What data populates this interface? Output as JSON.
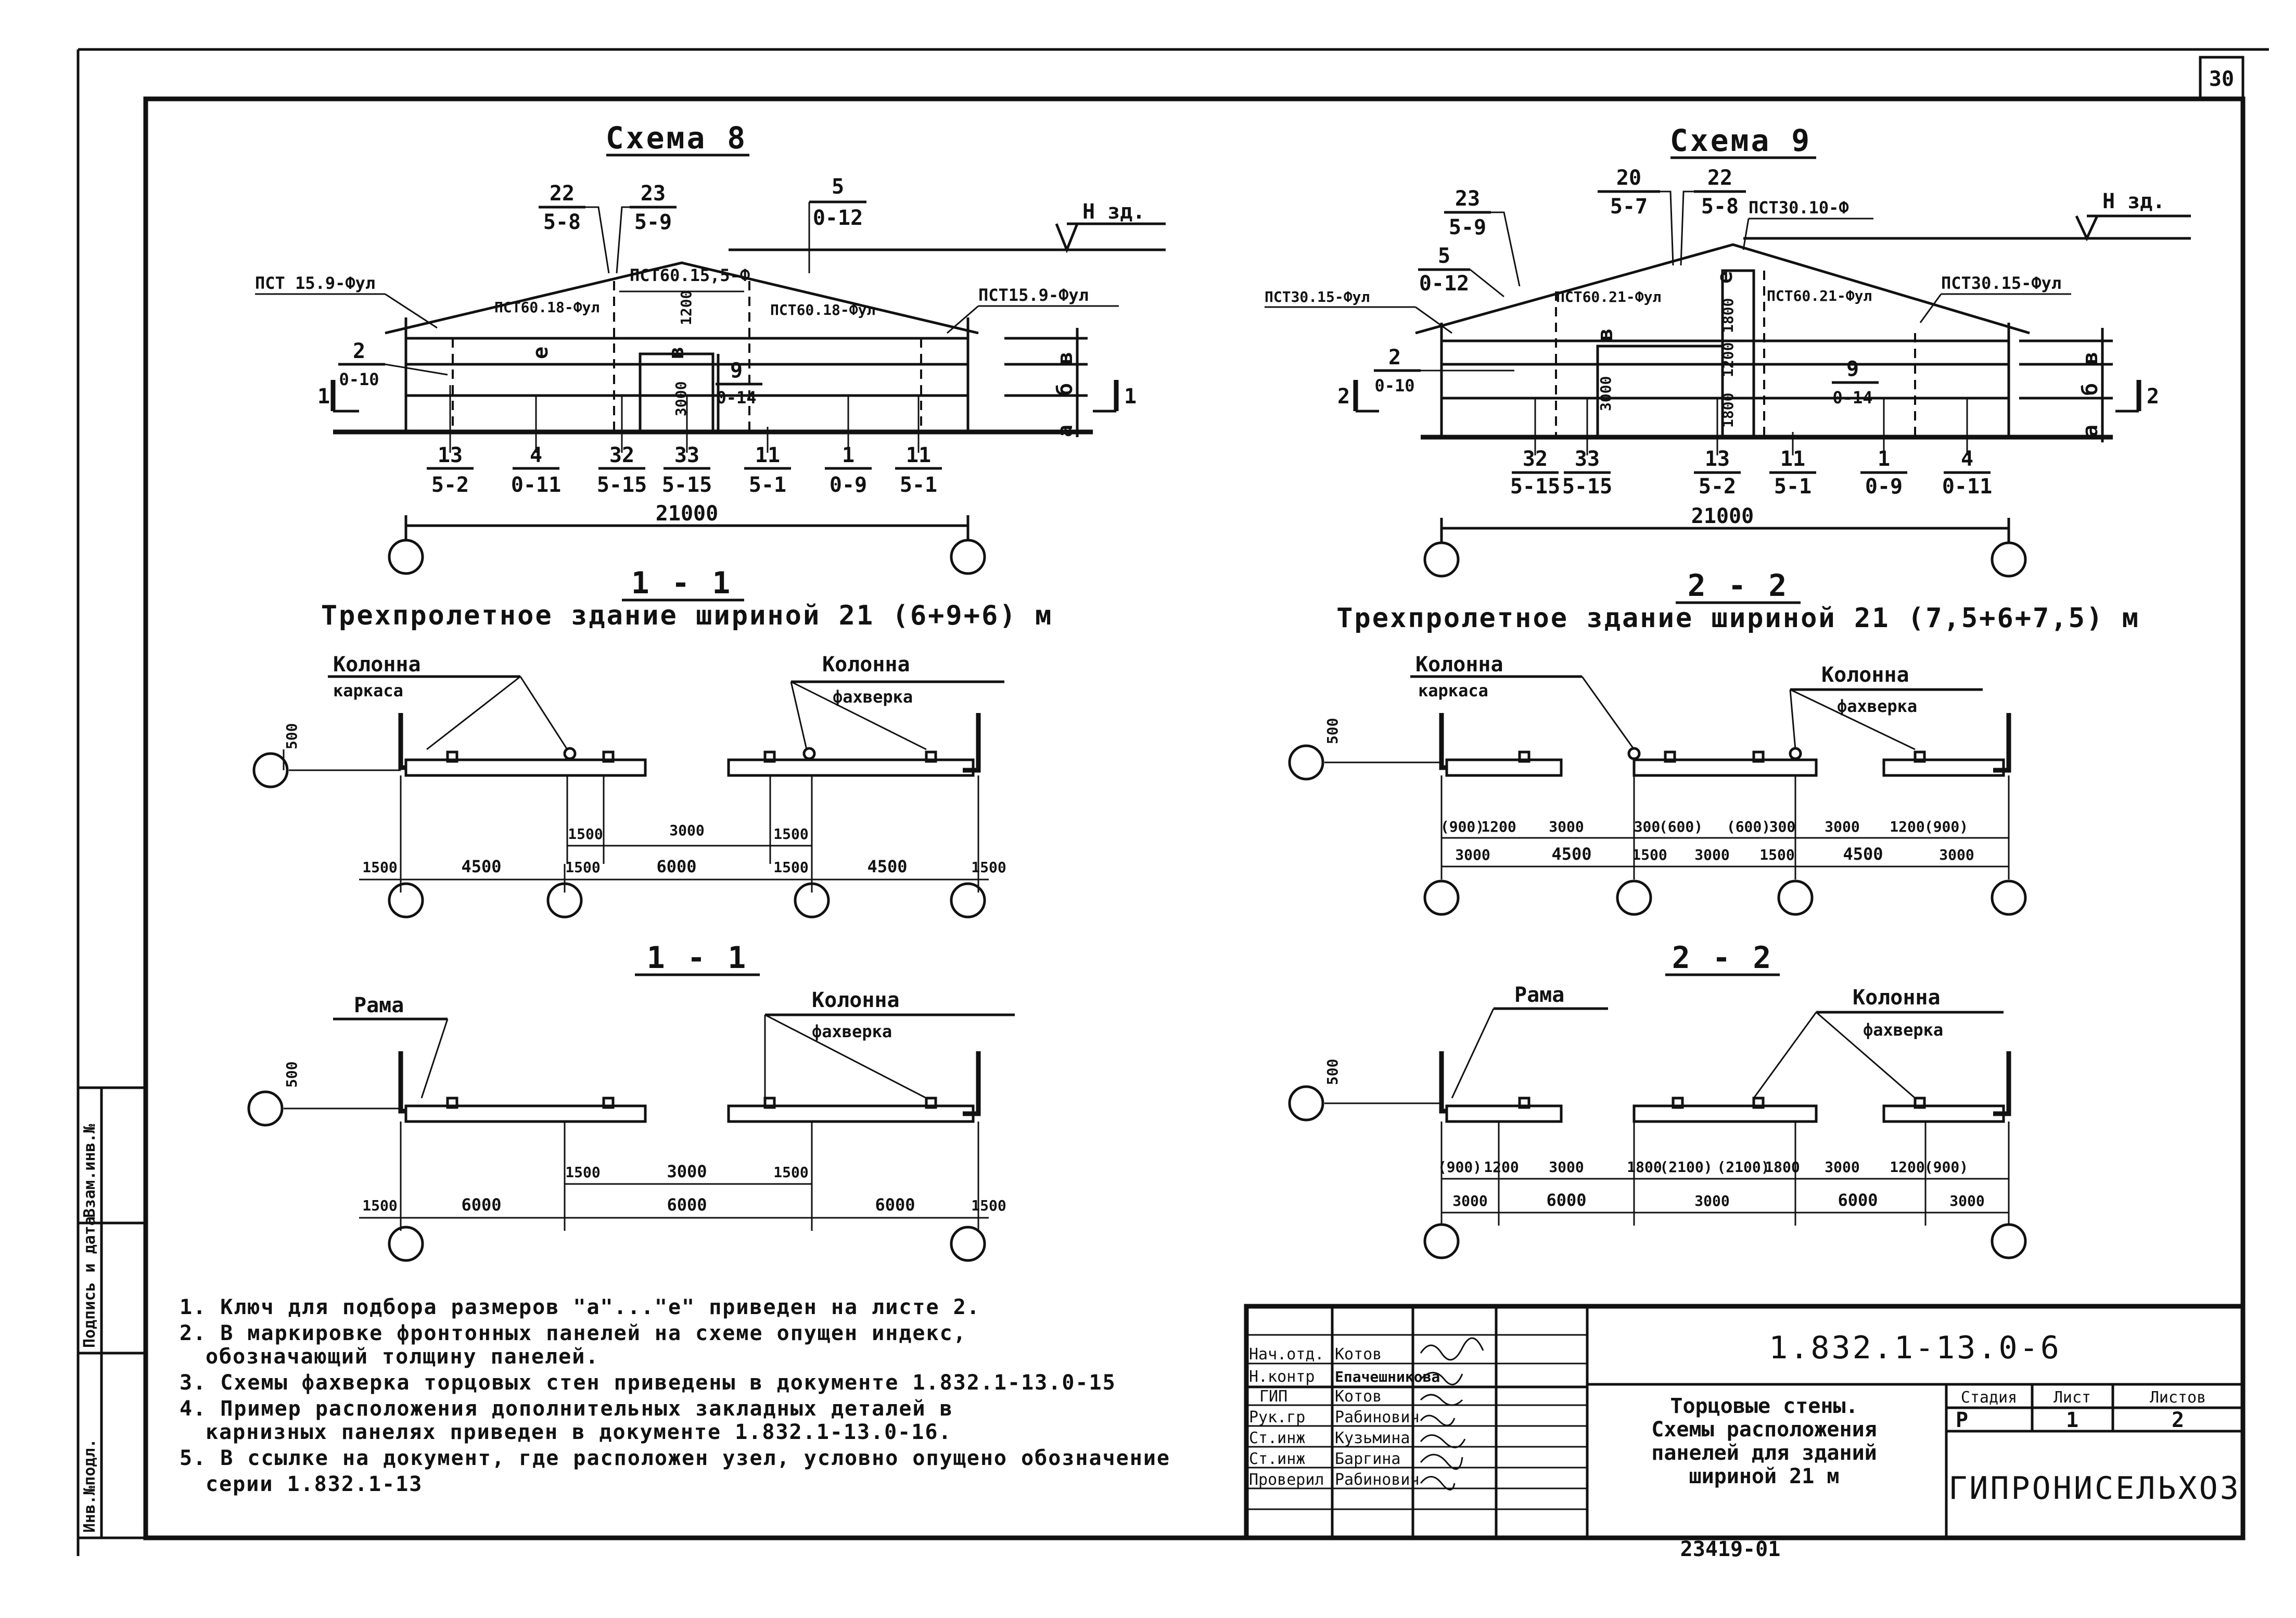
{
  "sheet": {
    "page_number": "30",
    "side_stamp": [
      "Инв.№подл.",
      "Подпись и дата",
      "Взам.инв.№"
    ]
  },
  "scheme8": {
    "title": "Схема 8",
    "height_label": "Н зд.",
    "top_marks": [
      {
        "num": "22",
        "sub": "5-8"
      },
      {
        "num": "23",
        "sub": "5-9"
      },
      {
        "num": "5",
        "sub": "0-12"
      }
    ],
    "panels": [
      "ПСТ 15.9-Фул",
      "ПСТ60.15,5-Ф",
      "ПСТ60.18-Фул",
      "ПСТ60.18-Фул",
      "ПСТ15.9-Фул"
    ],
    "left_mark": {
      "num": "2",
      "sub": "0-10"
    },
    "inner_mark": {
      "num": "9",
      "sub": "0-14"
    },
    "dims": [
      "1200",
      "3000"
    ],
    "letters": [
      "а",
      "б",
      "в",
      "е"
    ],
    "section_tag": "1",
    "bottom_marks": [
      {
        "num": "13",
        "sub": "5-2"
      },
      {
        "num": "4",
        "sub": "0-11"
      },
      {
        "num": "32",
        "sub": "5-15"
      },
      {
        "num": "33",
        "sub": "5-15"
      },
      {
        "num": "11",
        "sub": "5-1"
      },
      {
        "num": "1",
        "sub": "0-9"
      },
      {
        "num": "11",
        "sub": "5-1"
      }
    ],
    "width": "21000"
  },
  "scheme9": {
    "title": "Схема 9",
    "height_label": "Н зд.",
    "top_marks": [
      {
        "num": "23",
        "sub": "5-9"
      },
      {
        "num": "5",
        "sub": "0-12"
      },
      {
        "num": "20",
        "sub": "5-7"
      },
      {
        "num": "22",
        "sub": "5-8"
      }
    ],
    "panels": [
      "ПСТ30.15-Фул",
      "ПСТ60.21-Фул",
      "ПСТ30.10-Ф",
      "ПСТ60.21-Фул",
      "ПСТ30.15-Фул"
    ],
    "left_mark": {
      "num": "2",
      "sub": "0-10"
    },
    "inner_mark": {
      "num": "9",
      "sub": "0-14"
    },
    "dims": [
      "1800",
      "1200",
      "1800",
      "3000"
    ],
    "letters": [
      "а",
      "б",
      "в",
      "е"
    ],
    "section_tag": "2",
    "bottom_marks": [
      {
        "num": "32",
        "sub": "5-15"
      },
      {
        "num": "33",
        "sub": "5-15"
      },
      {
        "num": "13",
        "sub": "5-2"
      },
      {
        "num": "11",
        "sub": "5-1"
      },
      {
        "num": "1",
        "sub": "0-9"
      },
      {
        "num": "4",
        "sub": "0-11"
      }
    ],
    "width": "21000"
  },
  "plan1a": {
    "title": "1 - 1",
    "caption": "Трехпролетное здание шириной 21 (6+9+6) м",
    "label_left": [
      "Колонна",
      "каркаса"
    ],
    "label_right": [
      "Колонна",
      "фахверка"
    ],
    "offset": "500",
    "dims_upper": [
      "1500",
      "3000",
      "1500"
    ],
    "dims_lower": [
      "1500",
      "4500",
      "1500",
      "6000",
      "1500",
      "4500",
      "1500"
    ]
  },
  "plan2a": {
    "title": "2 - 2",
    "caption": "Трехпролетное здание шириной 21 (7,5+6+7,5) м",
    "label_left": [
      "Колонна",
      "каркаса"
    ],
    "label_right": [
      "Колонна",
      "фахверка"
    ],
    "offset": "500",
    "dims_upper": [
      "(900)",
      "1200",
      "3000",
      "300",
      "(600)",
      "(600)",
      "300",
      "3000",
      "1200",
      "(900)"
    ],
    "dims_lower": [
      "3000",
      "4500",
      "1500",
      "3000",
      "1500",
      "4500",
      "3000"
    ]
  },
  "plan1b": {
    "title": "1 - 1",
    "label_left": [
      "Рама"
    ],
    "label_right": [
      "Колонна",
      "фахверка"
    ],
    "offset": "500",
    "dims_upper": [
      "1500",
      "3000",
      "1500"
    ],
    "dims_lower": [
      "1500",
      "6000",
      "6000",
      "6000",
      "1500"
    ]
  },
  "plan2b": {
    "title": "2 - 2",
    "label_left": [
      "Рама"
    ],
    "label_right": [
      "Колонна",
      "фахверка"
    ],
    "offset": "500",
    "dims_upper": [
      "(900)",
      "1200",
      "3000",
      "1800",
      "(2100)",
      "(2100)",
      "1800",
      "3000",
      "1200",
      "(900)"
    ],
    "dims_lower": [
      "3000",
      "6000",
      "3000",
      "6000",
      "3000"
    ]
  },
  "notes": [
    "1. Ключ для подбора размеров \"а\"...\"е\" приведен на листе 2.",
    "2. В маркировке фронтонных панелей на схеме опущен индекс,",
    "обозначающий толщину панелей.",
    "3. Схемы фахверка торцовых стен приведены в документе 1.832.1-13.0-15",
    "4. Пример расположения дополнительных закладных деталей в",
    "карнизных панелях приведен в документе 1.832.1-13.0-16.",
    "5. В ссылке на документ, где расположен узел, условно опущено обозначение",
    "серии 1.832.1-13"
  ],
  "title_block": {
    "doc_code": "1.832.1-13.0-6",
    "title_lines": [
      "Торцовые стены.",
      "Схемы расположения",
      "панелей для зданий",
      "шириной 21 м"
    ],
    "stage_headers": [
      "Стадия",
      "Лист",
      "Листов"
    ],
    "stage_values": [
      "Р",
      "1",
      "2"
    ],
    "org": "ГИПРОНИСЕЛЬХОЗ",
    "roles": [
      "Нач.отд.",
      "Н.контр",
      "ГИП",
      "Рук.гр",
      "Ст.инж",
      "Ст.инж",
      "Проверил"
    ],
    "names": [
      "Котов",
      "Епачешникова",
      "Котов",
      "Рабинович",
      "Кузьмина",
      "Баргина",
      "Рабинович"
    ],
    "archive_no": "23419-01"
  }
}
